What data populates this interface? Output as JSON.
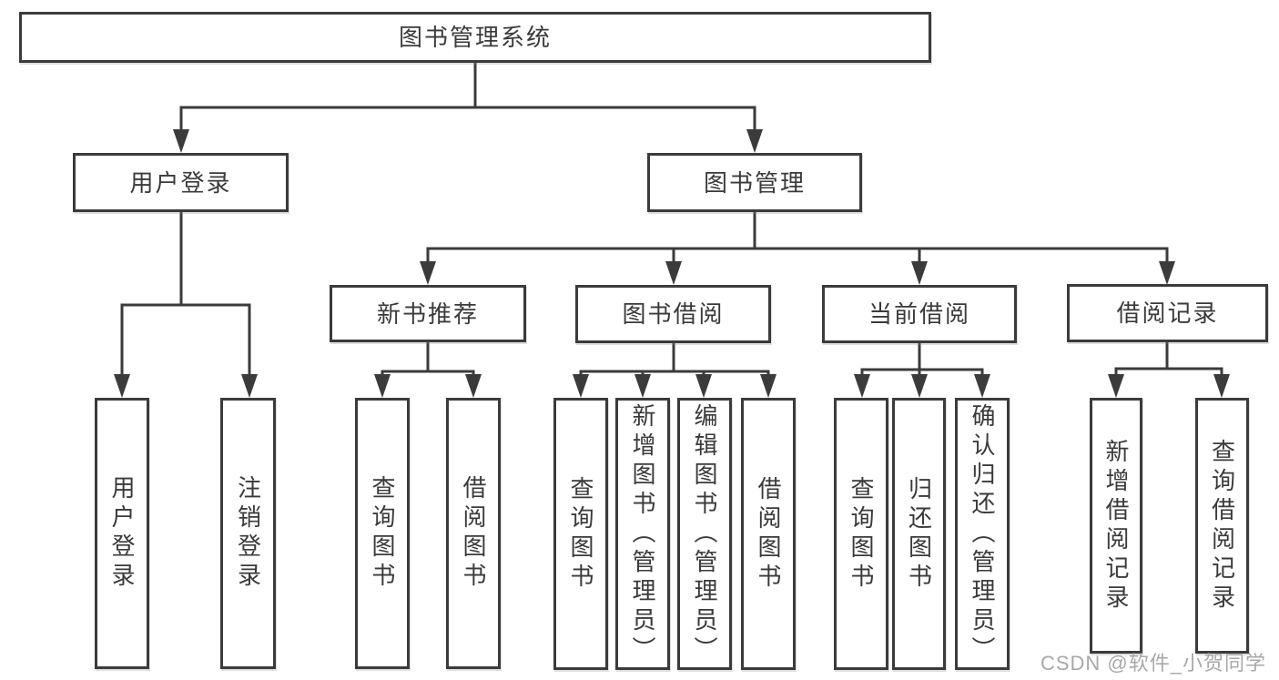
{
  "tree": {
    "label": "图书管理系统",
    "children": [
      {
        "label": "用户登录",
        "children": [
          {
            "label": "用户登录"
          },
          {
            "label": "注销登录"
          }
        ]
      },
      {
        "label": "图书管理",
        "children": [
          {
            "label": "新书推荐",
            "children": [
              {
                "label": "查询图书"
              },
              {
                "label": "借阅图书"
              }
            ]
          },
          {
            "label": "图书借阅",
            "children": [
              {
                "label": "查询图书"
              },
              {
                "label": "新增图书（管理员）"
              },
              {
                "label": "编辑图书（管理员）"
              },
              {
                "label": "借阅图书"
              }
            ]
          },
          {
            "label": "当前借阅",
            "children": [
              {
                "label": "查询图书"
              },
              {
                "label": "归还图书"
              },
              {
                "label": "确认归还（管理员）"
              }
            ]
          },
          {
            "label": "借阅记录",
            "children": [
              {
                "label": "新增借阅记录"
              },
              {
                "label": "查询借阅记录"
              }
            ]
          }
        ]
      }
    ]
  },
  "watermark": {
    "text": "CSDN @软件_小贺同学"
  },
  "colors": {
    "line": "#3b3b3b",
    "text": "#3a3a3a",
    "watermark": "#a8a8a8",
    "background": "#ffffff"
  }
}
